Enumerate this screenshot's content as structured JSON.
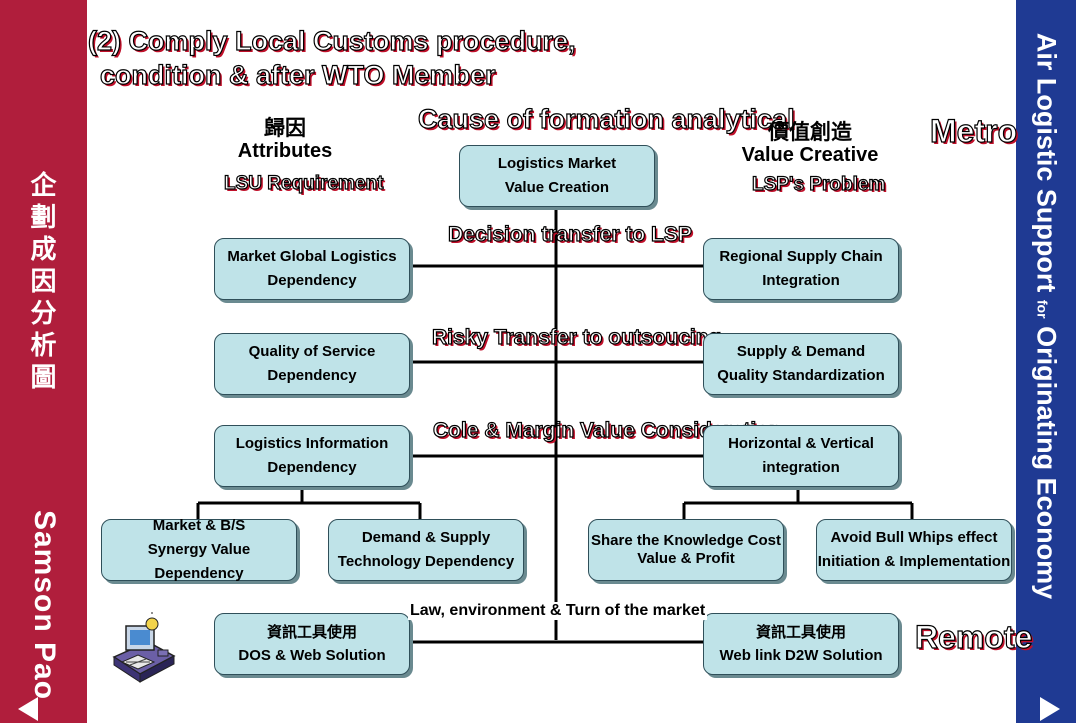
{
  "left_bar": {
    "chinese_title": [
      "企",
      "劃",
      "成",
      "因",
      "分",
      "析",
      "圖"
    ],
    "author": "Samson Pao"
  },
  "right_bar": {
    "title_part1": "Air Logistic Support ",
    "title_for": "for",
    "title_part2": " Originating Economy"
  },
  "header": {
    "line1": "(2) Comply Local Customs procedure,",
    "line2": "condition & after WTO Member",
    "cause": "Cause of formation analytical"
  },
  "attributes": {
    "chinese": "歸因",
    "english": "Attributes",
    "requirement": "LSU Requirement"
  },
  "value": {
    "chinese": "價值創造",
    "english": "Value Creative",
    "problem": "LSP's Problem"
  },
  "metro": "Metro",
  "remote": "Remote",
  "transfers": {
    "decision": "Decision transfer to LSP",
    "risky": "Risky Transfer to outsoucing",
    "cole": "Cole & Margin Value Consideration"
  },
  "boxes": {
    "top": [
      "Logistics Market",
      "Value Creation"
    ],
    "l1": [
      "Market  Global Logistics",
      "Dependency"
    ],
    "r1": [
      "Regional Supply Chain",
      "Integration"
    ],
    "l2": [
      "Quality of Service",
      "Dependency"
    ],
    "r2": [
      "Supply & Demand",
      "Quality Standardization"
    ],
    "l3": [
      "Logistics Information",
      "Dependency"
    ],
    "r3": [
      "Horizontal & Vertical",
      "integration"
    ],
    "ll": [
      "Market & B/S",
      "Synergy Value Dependency"
    ],
    "lr": [
      "Demand & Supply",
      "Technology Dependency"
    ],
    "rl": [
      "Share the Knowledge Cost",
      "Value  & Profit"
    ],
    "rr": [
      "Avoid Bull Whips effect",
      "Initiation & Implementation"
    ],
    "bl": [
      "資訊工具使用",
      "DOS & Web  Solution"
    ],
    "br": [
      "資訊工具使用",
      "Web link D2W Solution"
    ]
  },
  "law": "Law, environment & Turn of the market",
  "icons": {
    "clipart": "computer-workstation-icon",
    "prev": "prev-arrow-icon",
    "next": "next-arrow-icon"
  }
}
